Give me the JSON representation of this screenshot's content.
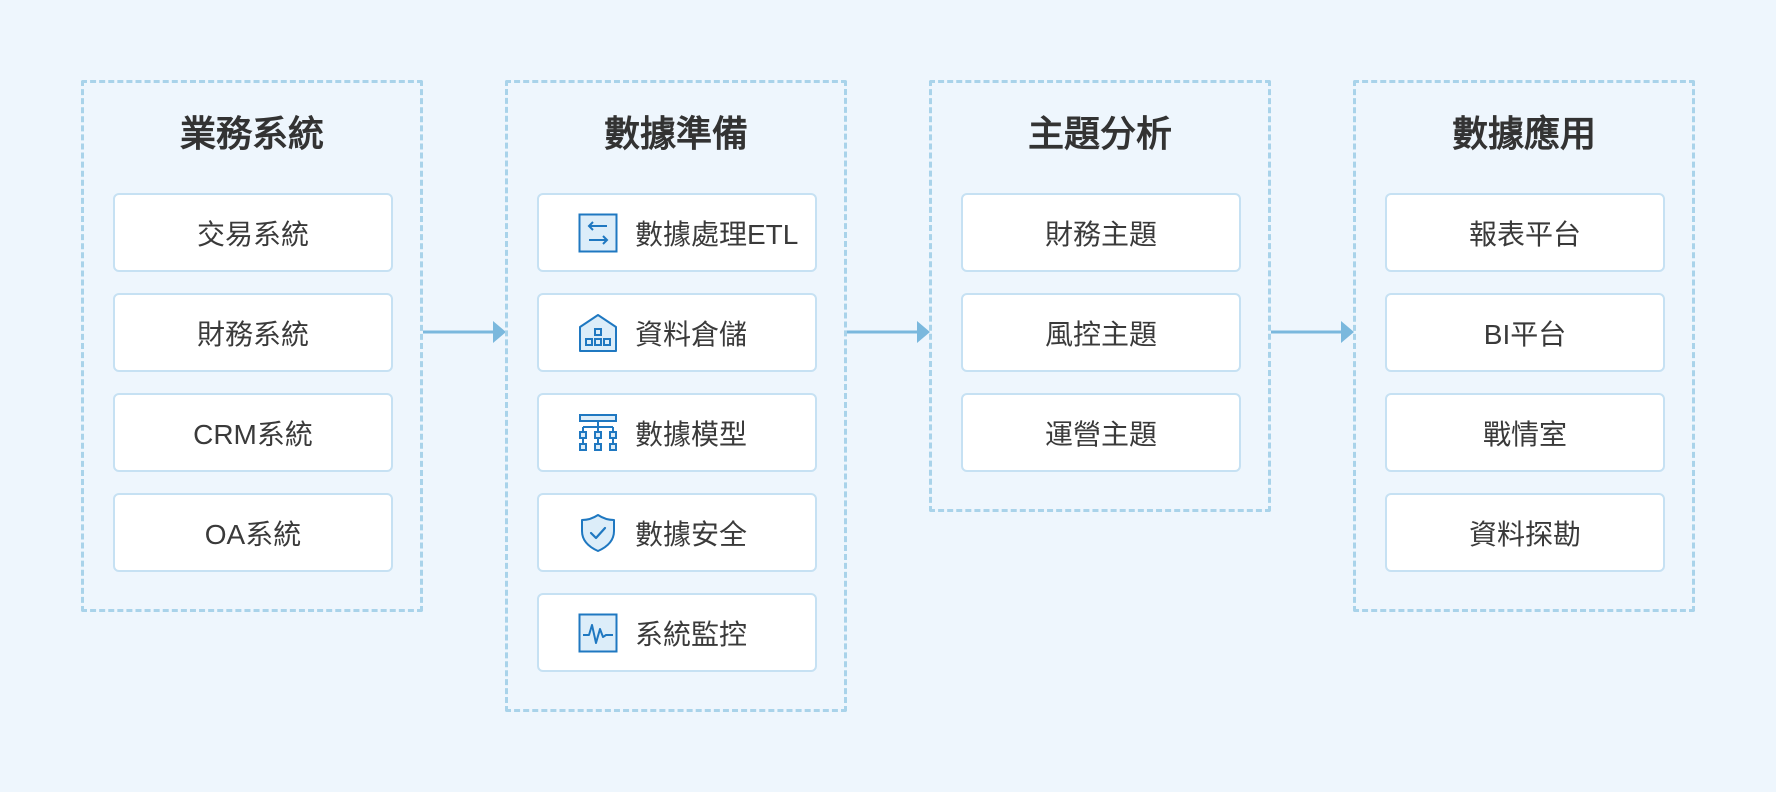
{
  "colors": {
    "background": "#eef6fd",
    "border": "#a9d3ea",
    "card_border": "#c6e1f3",
    "accent": "#1f78c1",
    "arrow": "#7ab8dd"
  },
  "columns": [
    {
      "title": "業務系統",
      "items": [
        {
          "label": "交易系統"
        },
        {
          "label": "財務系統"
        },
        {
          "label": "CRM系統"
        },
        {
          "label": "OA系統"
        }
      ]
    },
    {
      "title": "數據準備",
      "items": [
        {
          "label": "數據處理ETL",
          "icon": "etl-transfer-icon"
        },
        {
          "label": "資料倉儲",
          "icon": "warehouse-icon"
        },
        {
          "label": "數據模型",
          "icon": "hierarchy-model-icon"
        },
        {
          "label": "數據安全",
          "icon": "shield-check-icon"
        },
        {
          "label": "系統監控",
          "icon": "pulse-monitor-icon"
        }
      ]
    },
    {
      "title": "主題分析",
      "items": [
        {
          "label": "財務主題"
        },
        {
          "label": "風控主題"
        },
        {
          "label": "運營主題"
        }
      ]
    },
    {
      "title": "數據應用",
      "items": [
        {
          "label": "報表平台"
        },
        {
          "label": "BI平台"
        },
        {
          "label": "戰情室"
        },
        {
          "label": "資料探勘"
        }
      ]
    }
  ]
}
